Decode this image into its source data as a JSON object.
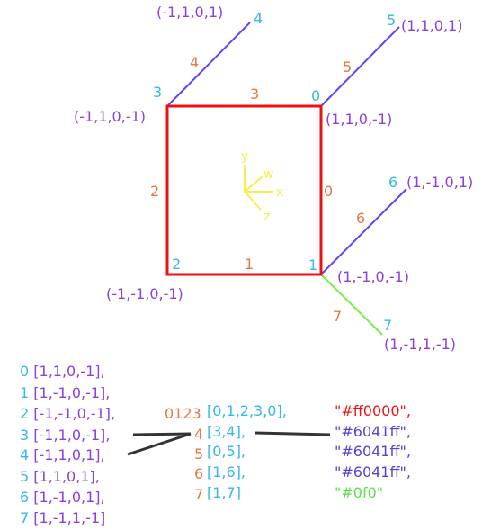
{
  "vertex_ids": [
    "0",
    "1",
    "2",
    "3",
    "4",
    "5",
    "6",
    "7"
  ],
  "edge_ids": [
    "0",
    "1",
    "2",
    "3",
    "4",
    "5",
    "6",
    "7"
  ],
  "vertex_coords": [
    "(1,1,0,-1)",
    "(1,-1,0,-1)",
    "(-1,-1,0,-1)",
    "(-1,1,0,-1)",
    "(-1,1,0,1)",
    "(1,1,0,1)",
    "(1,-1,0,1)",
    "(1,-1,1,-1)"
  ],
  "axes": {
    "x": "x",
    "y": "y",
    "z": "z",
    "w": "w"
  },
  "vertex_list": [
    "0 [1,1,0,-1],",
    "1 [1,-1,0,-1],",
    "2 [-1,-1,0,-1],",
    "3 [-1,1,0,-1],",
    "4 [-1,1,0,1],",
    "5 [1,1,0,1],",
    "6 [1,-1,0,1],",
    "7 [1,-1,1,-1]"
  ],
  "edge_prefixes": [
    "0123",
    "4",
    "5",
    "6",
    "7"
  ],
  "edge_defs": [
    "[0,1,2,3,0],",
    "[3,4],",
    "[0,5],",
    "[1,6],",
    "[1,7]"
  ],
  "edge_colors": [
    "\"#ff0000\",",
    "\"#6041ff\",",
    "\"#6041ff\",",
    "\"#6041ff\",",
    "\"#0f0\""
  ],
  "colors": {
    "red": "#ff0000",
    "blue": "#6041ff",
    "green": "#0f0"
  }
}
